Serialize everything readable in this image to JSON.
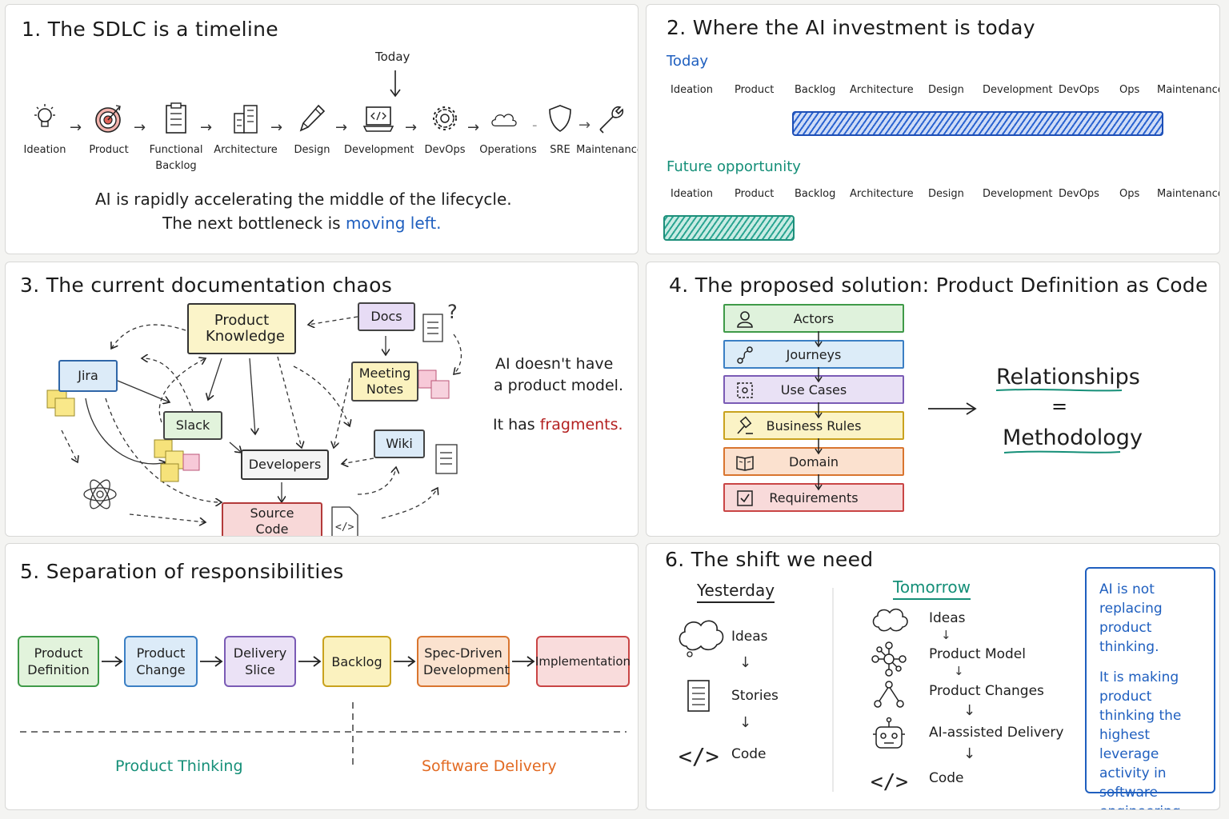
{
  "p1": {
    "title": "1. The SDLC is a timeline",
    "today": "Today",
    "steps": [
      {
        "label": "Ideation",
        "icon": "lightbulb-icon"
      },
      {
        "label": "Product",
        "icon": "target-icon"
      },
      {
        "label": "Functional Backlog",
        "icon": "clipboard-icon"
      },
      {
        "label": "Architecture",
        "icon": "building-icon"
      },
      {
        "label": "Design",
        "icon": "pencil-icon"
      },
      {
        "label": "Development",
        "icon": "laptop-code-icon"
      },
      {
        "label": "DevOps",
        "icon": "gear-icon"
      },
      {
        "label": "Operations",
        "icon": "cloud-icon"
      },
      {
        "label": "SRE",
        "icon": "shield-icon"
      },
      {
        "label": "Maintenance",
        "icon": "wrench-icon"
      }
    ],
    "line1": "AI is rapidly accelerating the middle of the lifecycle.",
    "line2a": "The next bottleneck is",
    "line2b": "moving left."
  },
  "p2": {
    "title": "2. Where the AI investment is today",
    "today": "Today",
    "future": "Future opportunity",
    "stages": [
      "Ideation",
      "Product",
      "Backlog",
      "Architecture",
      "Design",
      "Development",
      "DevOps",
      "Ops",
      "Maintenance"
    ],
    "colors": {
      "today": "#1f5fbf",
      "future": "#158f78"
    }
  },
  "p3": {
    "title": "3. The current documentation chaos",
    "nodes": {
      "knowledge": "Product Knowledge",
      "docs": "Docs",
      "jira": "Jira",
      "meeting": "Meeting Notes",
      "slack": "Slack",
      "wiki": "Wiki",
      "developers": "Developers",
      "source": "Source Code"
    },
    "side1": "AI doesn't have",
    "side2": "a product model.",
    "side3a": "It has",
    "side3b": "fragments."
  },
  "p4": {
    "title": "4. The proposed solution: Product Definition as Code",
    "layers": [
      {
        "label": "Actors",
        "icon": "person-icon",
        "bg": "#dff2dc",
        "border": "#3f9a48"
      },
      {
        "label": "Journeys",
        "icon": "route-icon",
        "bg": "#dcecf8",
        "border": "#3b7fc4"
      },
      {
        "label": "Use Cases",
        "icon": "target-square-icon",
        "bg": "#e9e1f5",
        "border": "#7a5bb5"
      },
      {
        "label": "Business Rules",
        "icon": "gavel-icon",
        "bg": "#fbf3c6",
        "border": "#c9a21e"
      },
      {
        "label": "Domain",
        "icon": "book-icon",
        "bg": "#fbe1cf",
        "border": "#d9752f"
      },
      {
        "label": "Requirements",
        "icon": "checkbox-icon",
        "bg": "#f8dada",
        "border": "#c94545"
      }
    ],
    "rel": "Relationships",
    "eq": "=",
    "meth": "Methodology"
  },
  "p5": {
    "title": "5. Separation of responsibilities",
    "boxes": [
      {
        "label": "Product Definition",
        "bg": "#e2f3dc",
        "border": "#3f9a48"
      },
      {
        "label": "Product Change",
        "bg": "#dcebf8",
        "border": "#3b7fc4"
      },
      {
        "label": "Delivery Slice",
        "bg": "#ebe2f6",
        "border": "#7a5bb5"
      },
      {
        "label": "Backlog",
        "bg": "#fbf2bf",
        "border": "#c9a21e"
      },
      {
        "label": "Spec-Driven Development",
        "bg": "#fbe2cf",
        "border": "#d9752f"
      },
      {
        "label": "Implementation",
        "bg": "#f9dcdc",
        "border": "#c94545"
      }
    ],
    "left": "Product Thinking",
    "right": "Software Delivery"
  },
  "p6": {
    "title": "6. The shift we need",
    "yesterday": "Yesterday",
    "tomorrow": "Tomorrow",
    "y_items": [
      "Ideas",
      "Stories",
      "Code"
    ],
    "t_items": [
      "Ideas",
      "Product Model",
      "Product Changes",
      "AI-assisted Delivery",
      "Code"
    ],
    "callout1": "AI is not replacing product thinking.",
    "callout2": "It is making product thinking the highest leverage activity in software engineering."
  }
}
